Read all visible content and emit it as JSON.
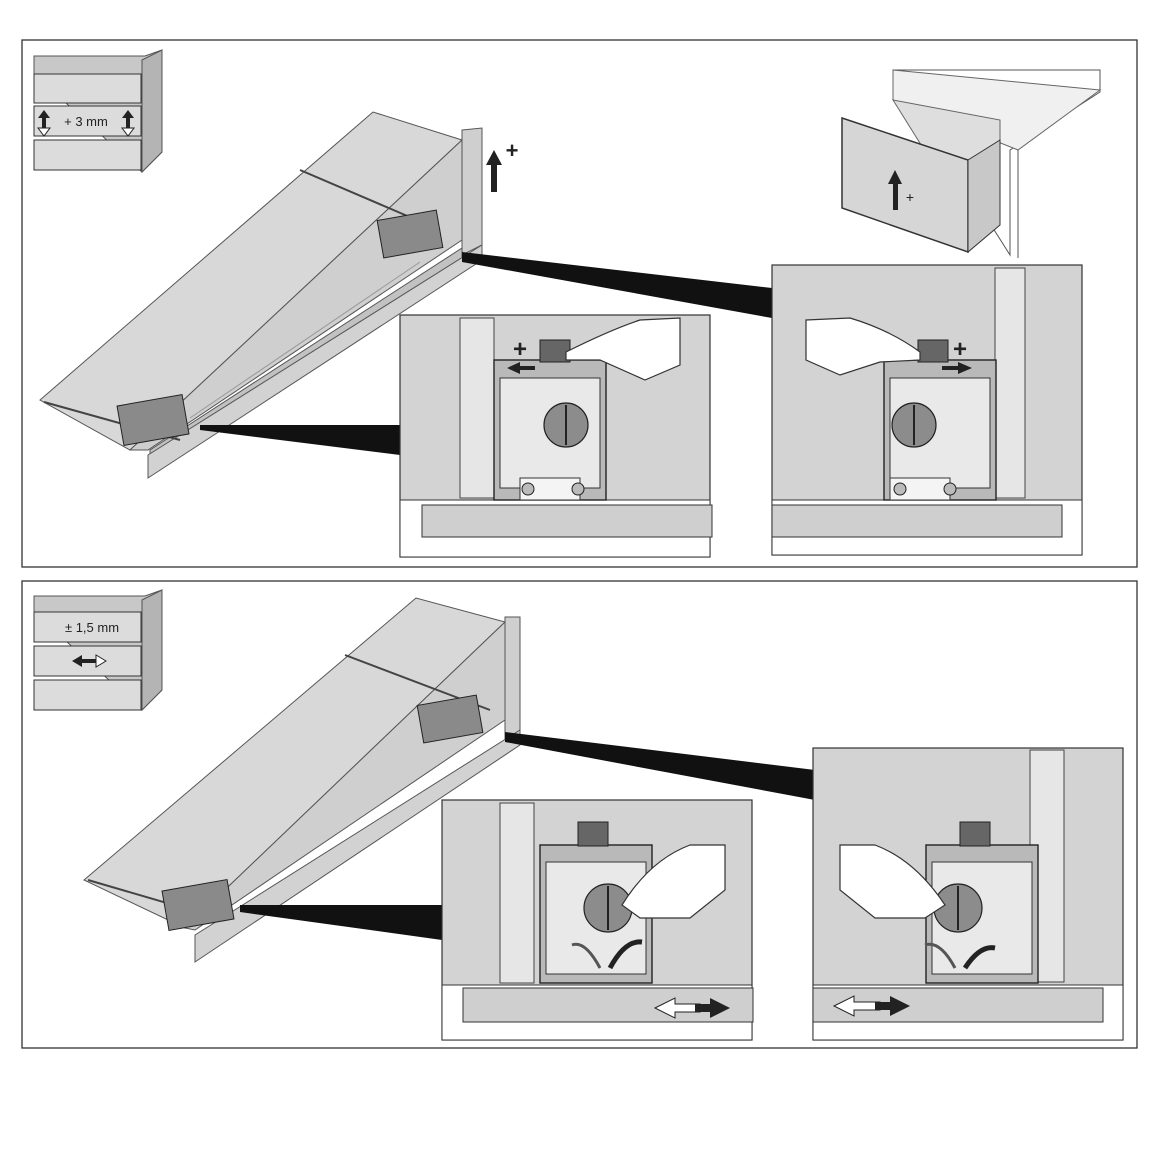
{
  "panels": [
    {
      "id": "height",
      "badge_text": "+ 3 mm",
      "plus_sign": "+",
      "detail_plus_sign": "+"
    },
    {
      "id": "lateral",
      "badge_text": "± 1,5 mm"
    }
  ]
}
